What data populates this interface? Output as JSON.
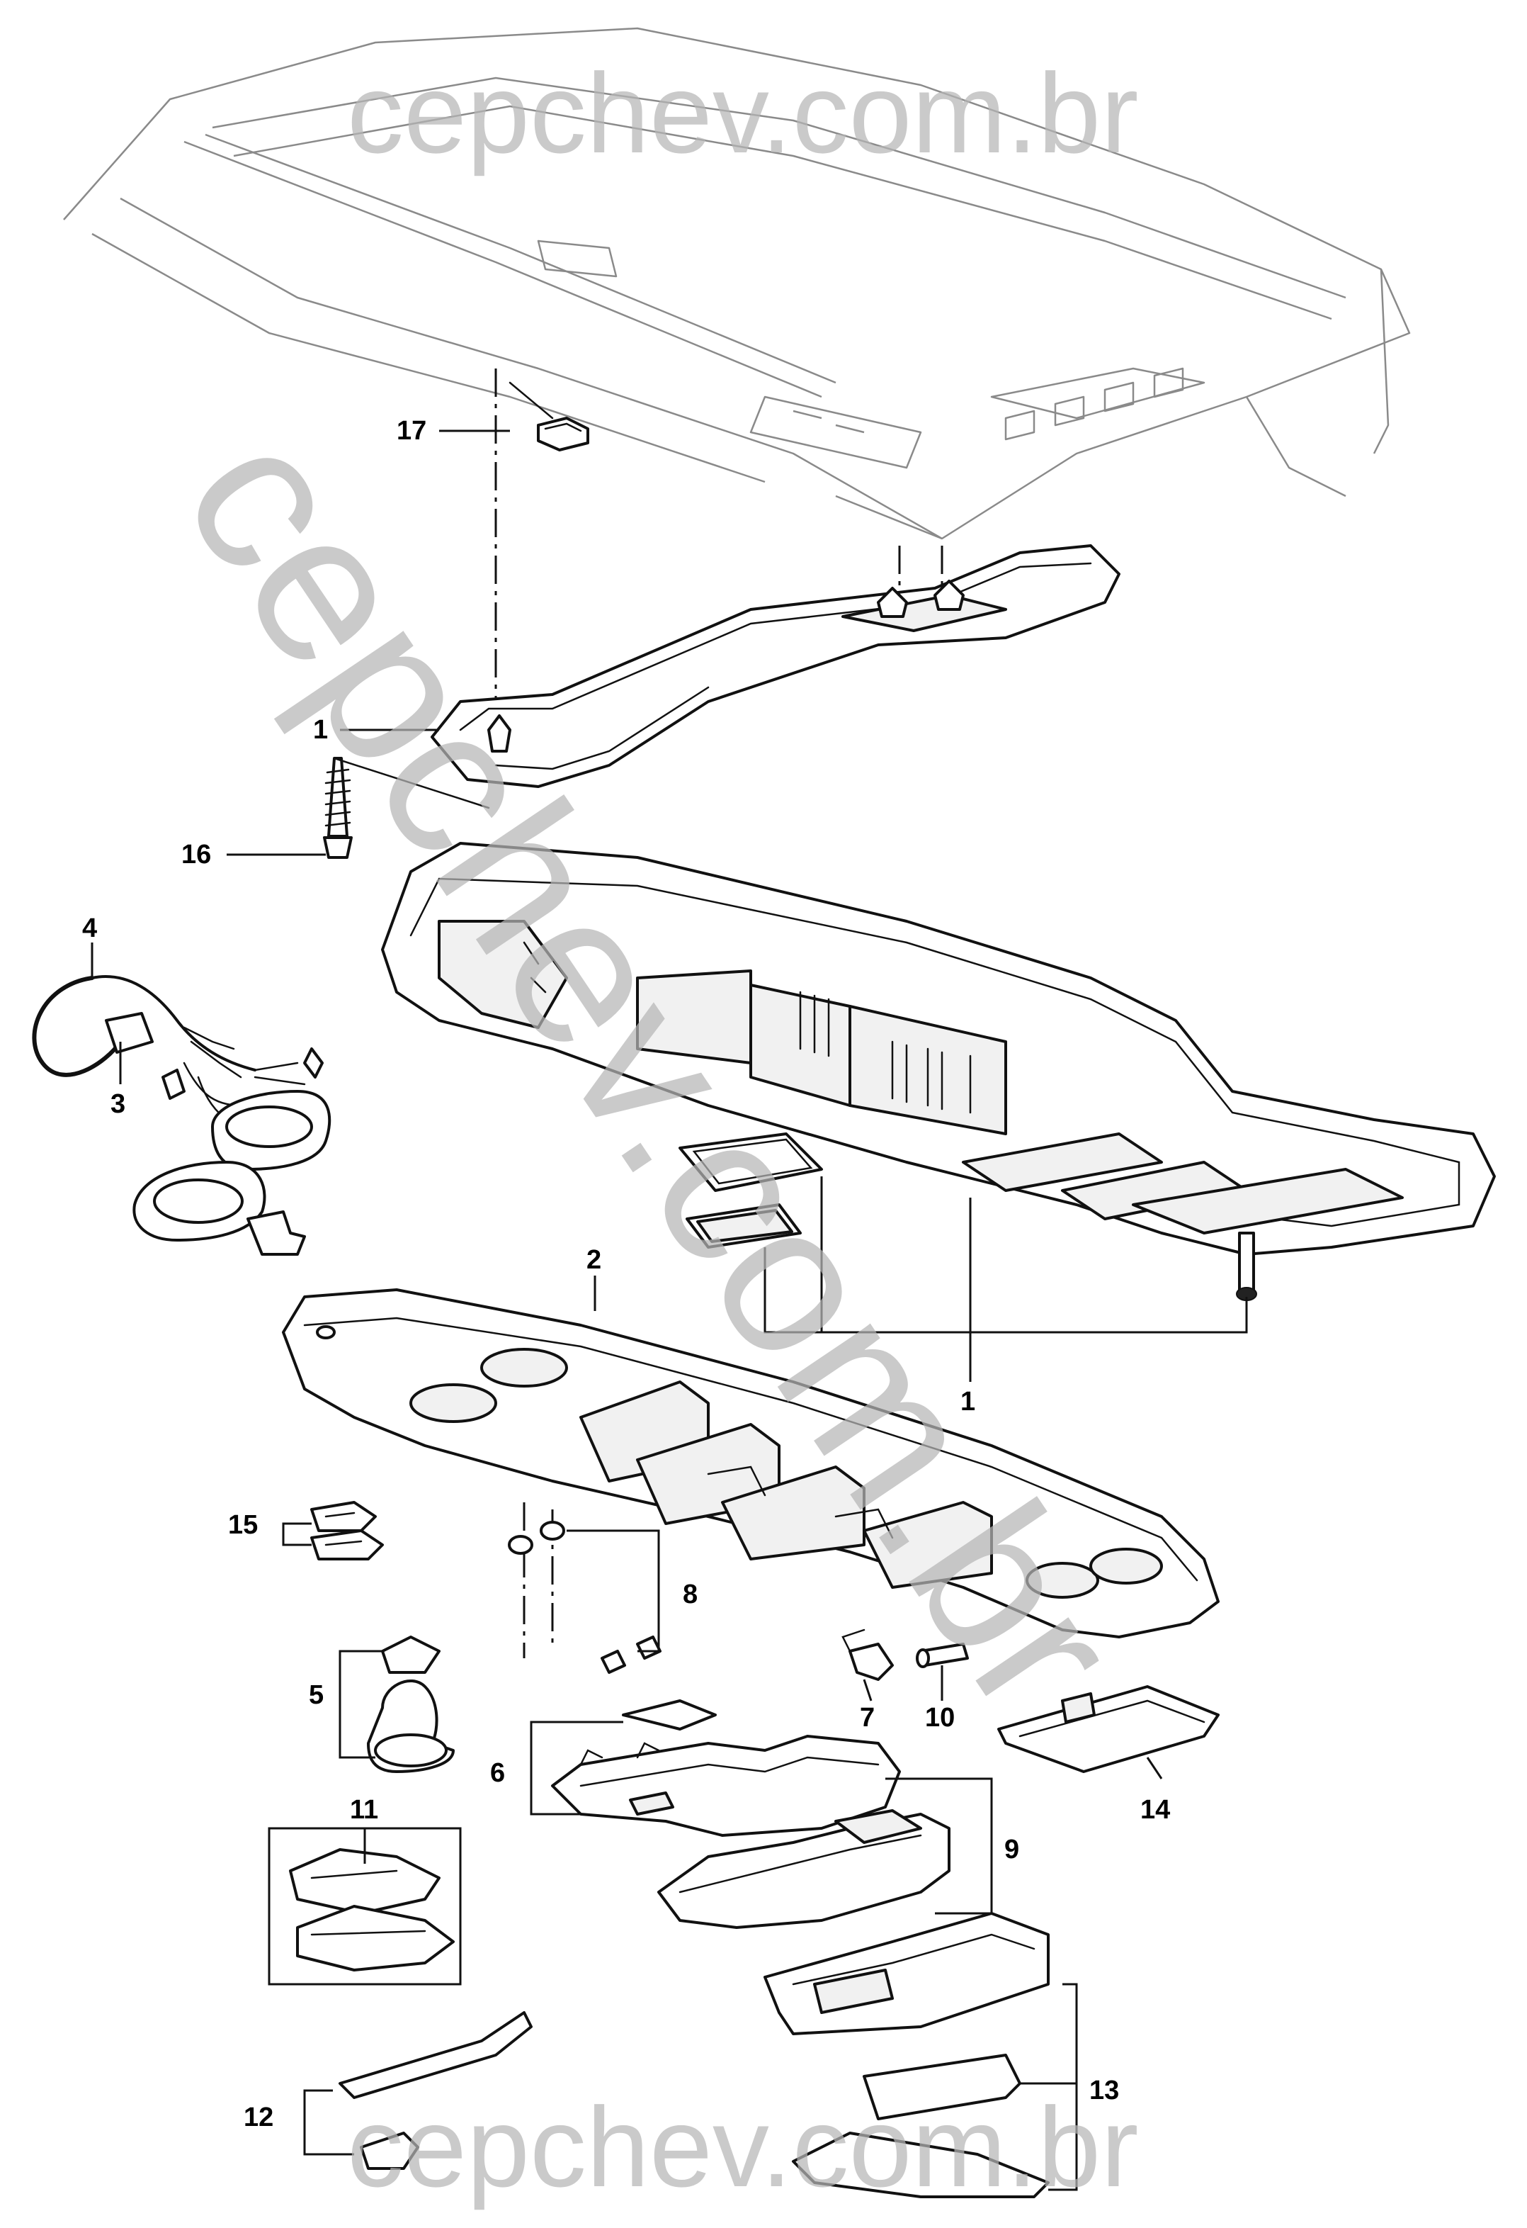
{
  "watermark": {
    "text": "cepchev.com.br",
    "color": "#b5b5b5"
  },
  "callouts": [
    "1",
    "1",
    "1",
    "2",
    "3",
    "4",
    "5",
    "6",
    "7",
    "8",
    "9",
    "10",
    "11",
    "12",
    "13",
    "14",
    "15",
    "16",
    "17"
  ],
  "colors": {
    "line": "#111111",
    "background": "#ffffff",
    "ghost_line": "#8a8a8a"
  }
}
